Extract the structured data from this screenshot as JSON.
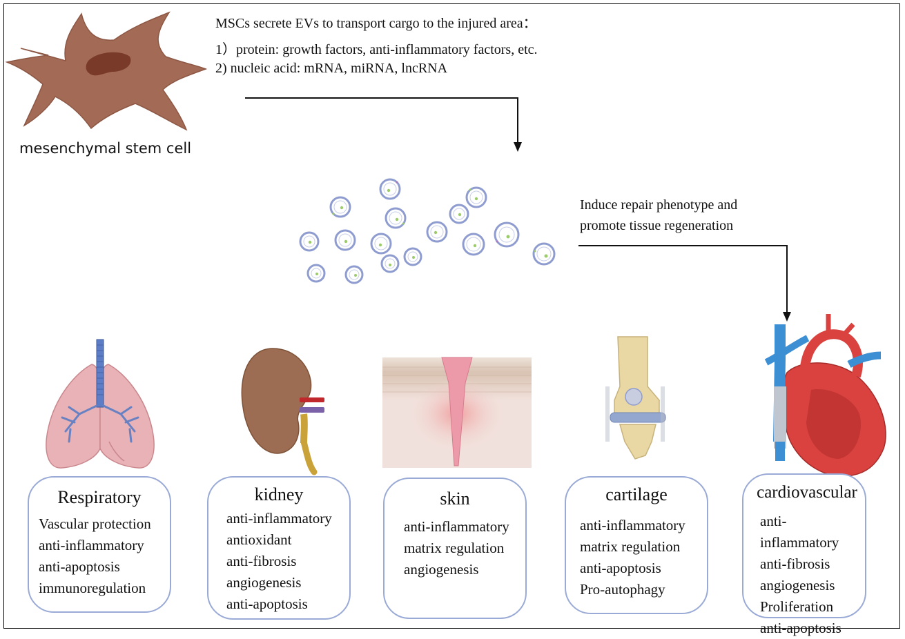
{
  "cargo_text": {
    "intro": "MSCs secrete EVs to transport cargo to the injured area：",
    "protein": "1）protein: growth factors, anti-inflammatory factors, etc.",
    "nucleic_acid": "2)   nucleic acid: mRNA, miRNA, lncRNA"
  },
  "msc_label": "mesenchymal stem cell",
  "repair_text": {
    "line1": "Induce repair phenotype and",
    "line2": "promote tissue regeneration"
  },
  "organs": [
    {
      "title": "Respiratory",
      "effects": [
        "Vascular protection",
        "anti-inflammatory",
        "anti-apoptosis",
        "immunoregulation"
      ]
    },
    {
      "title": "kidney",
      "effects": [
        "anti-inflammatory",
        "antioxidant",
        "anti-fibrosis",
        "angiogenesis",
        "anti-apoptosis"
      ]
    },
    {
      "title": "skin",
      "effects": [
        "anti-inflammatory",
        "matrix regulation",
        "angiogenesis"
      ]
    },
    {
      "title": "cartilage",
      "effects": [
        "anti-inflammatory",
        "matrix regulation",
        "anti-apoptosis",
        "Pro-autophagy"
      ]
    },
    {
      "title": "cardiovascular",
      "effects": [
        "anti-inflammatory",
        "anti-fibrosis",
        "angiogenesis",
        "Proliferation",
        "anti-apoptosis"
      ]
    }
  ],
  "colors": {
    "cell_body": "#a36a55",
    "cell_nucleus": "#7a3a2a",
    "box_border": "#9aaad6",
    "ev_membrane": "#8f9ccf",
    "arrow": "#111111"
  },
  "icons": [
    "mesenchymal-stem-cell-icon",
    "extracellular-vesicle-icon",
    "lungs-icon",
    "kidney-icon",
    "skin-wound-icon",
    "knee-cartilage-icon",
    "heart-icon"
  ]
}
